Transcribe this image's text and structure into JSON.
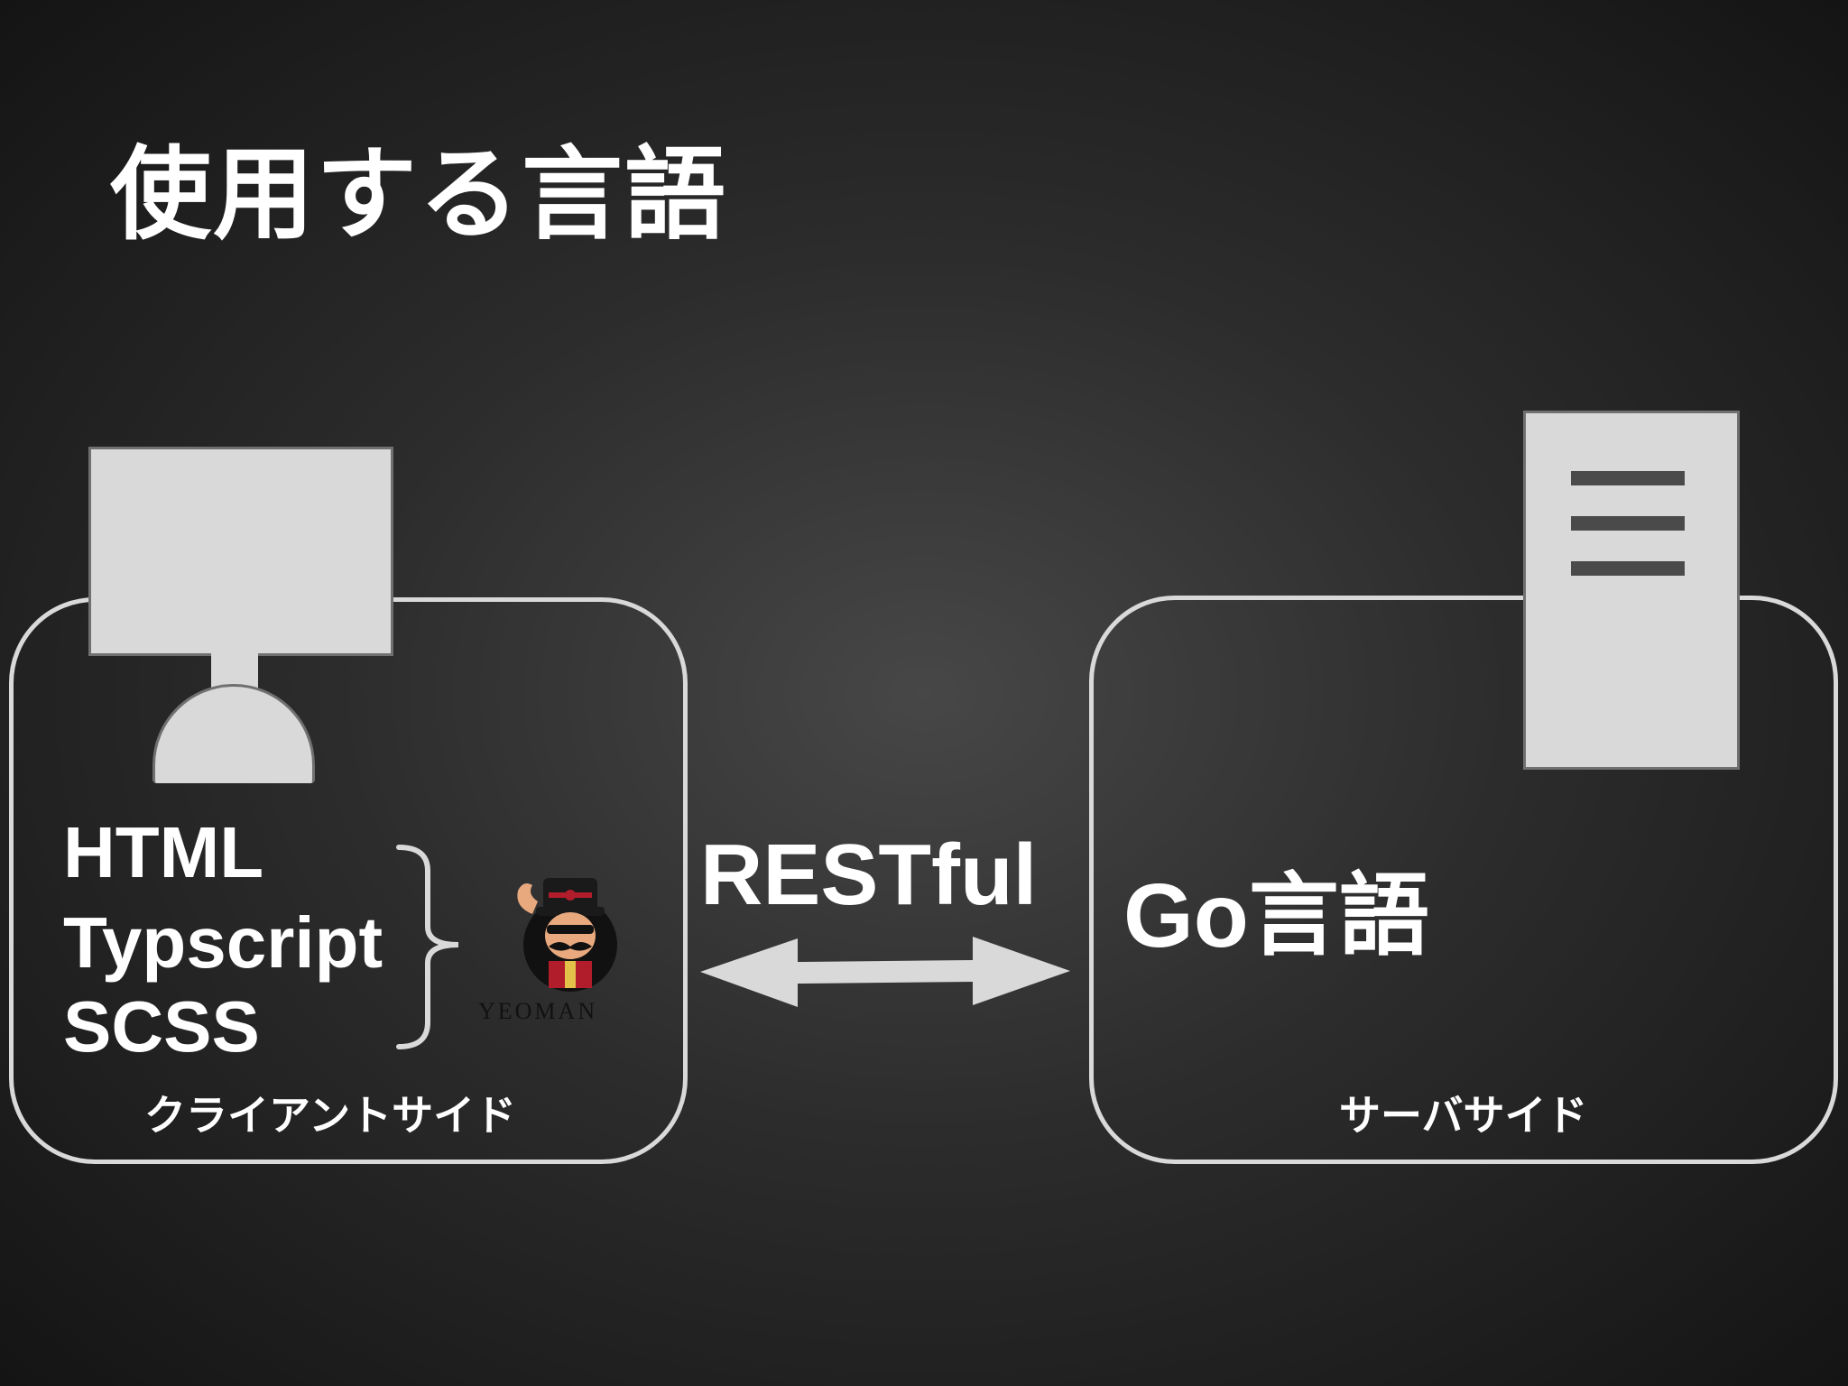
{
  "slide": {
    "title": "使用する言語"
  },
  "client": {
    "languages": [
      "HTML",
      "Typscript",
      "SCSS"
    ],
    "label": "クライアントサイド",
    "logo_text": "YEOMAN",
    "icon": "monitor-icon"
  },
  "connection": {
    "label": "RESTful",
    "icon": "double-arrow-icon"
  },
  "server": {
    "language": "Go言語",
    "label": "サーバサイド",
    "icon": "server-tower-icon"
  },
  "colors": {
    "shape_fill": "#d9d9d9",
    "shape_border": "#707070",
    "text": "#ffffff",
    "server_lines": "#4a4a4a"
  }
}
